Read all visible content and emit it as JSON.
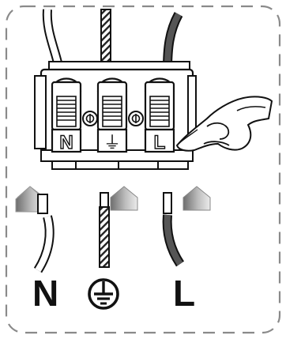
{
  "terminal_labels": {
    "neutral": "N",
    "earth": "⏚",
    "live": "L"
  },
  "bottom_labels": {
    "neutral": "N",
    "live": "L"
  },
  "icons": {
    "earth": "earth-ground-symbol-icon",
    "arrow": "insert-arrow-icon",
    "hand": "pointing-hand-icon"
  },
  "colors": {
    "live_wire": "#555555",
    "neutral_wire": "#ffffff",
    "earth_wire": "striped",
    "arrow_gradient_dark": "#6d6d6d",
    "arrow_gradient_light": "#e8e8e8"
  }
}
